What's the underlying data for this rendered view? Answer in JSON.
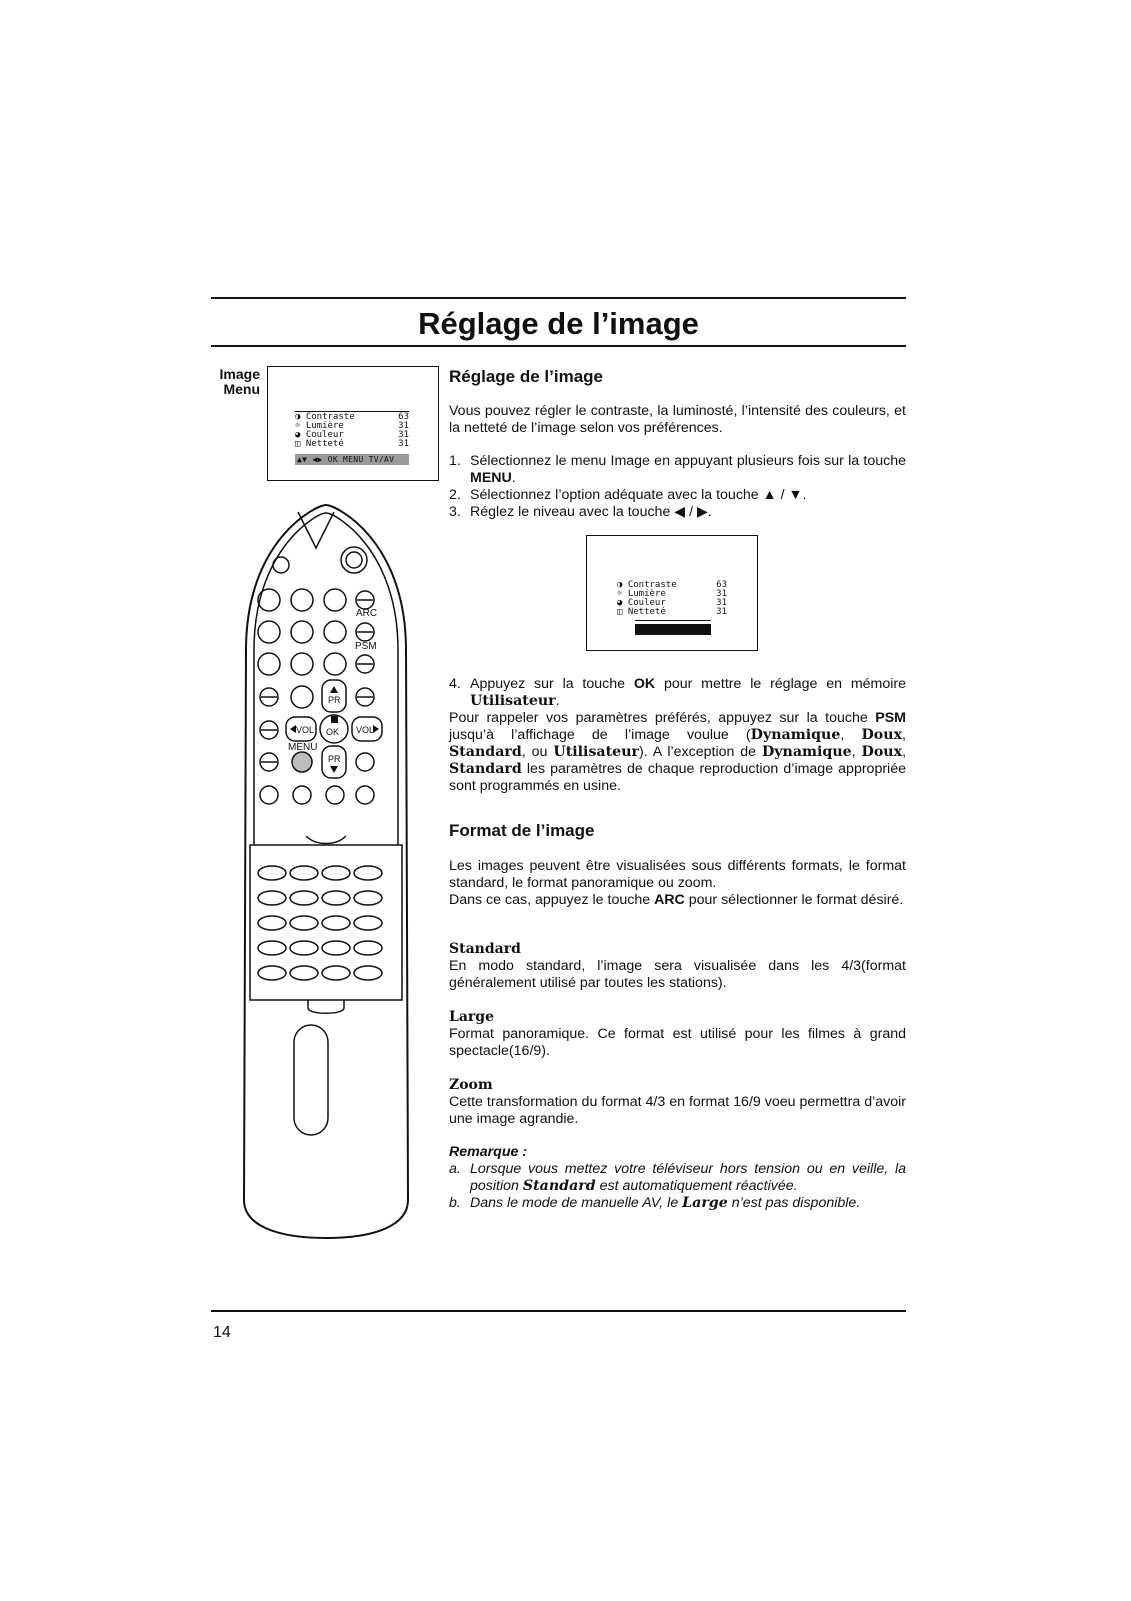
{
  "header": {
    "title": "Réglage de l’image"
  },
  "figure_label": {
    "line1": "Image",
    "line2": "Menu"
  },
  "osd_menu": {
    "items": [
      {
        "icon": "contrast-icon",
        "label": "Contraste",
        "value": "63"
      },
      {
        "icon": "brightness-icon",
        "label": "Lumière",
        "value": "31"
      },
      {
        "icon": "color-icon",
        "label": "Couleur",
        "value": "31"
      },
      {
        "icon": "sharpness-icon",
        "label": "Netteté",
        "value": "31"
      }
    ],
    "footer": "▲▼ ◀▶ OK MENU TV/AV"
  },
  "remote": {
    "arc_label": "ARC",
    "psm_label": "PSM",
    "pr_label": "PR",
    "vol_label": "VOL",
    "ok_label": "OK",
    "menu_label": "MENU"
  },
  "section1": {
    "heading": "Réglage de l’image",
    "intro": "Vous pouvez régler le contraste, la luminosté, l’intensité des couleurs, et la netteté de l’image selon vos préférences.",
    "steps": [
      {
        "num": "1.",
        "text": "Sélectionnez le menu Image en appuyant plusieurs fois sur la touche ",
        "bold": "MENU",
        "tail": "."
      },
      {
        "num": "2.",
        "text": "Sélectionnez l’option adéquate avec la touche ▲ / ▼."
      },
      {
        "num": "3.",
        "text": "Réglez le niveau avec la touche ◀ / ▶."
      }
    ],
    "step4": {
      "num": "4.",
      "a": "Appuyez sur la touche ",
      "ok": "OK",
      "b": " pour mettre le réglage en mémoire ",
      "user": "Utilisateur",
      "c": "."
    },
    "recall": {
      "a": "Pour rappeler vos paramètres préférés, appuyez sur la touche ",
      "psm": "PSM",
      "b": " jusqu’à l’affichage de l’image voulue (",
      "dyn": "Dynamique",
      "sep1": ", ",
      "doux": "Doux",
      "sep2": ", ",
      "std": "Standard",
      "sep3": ", ou ",
      "user": "Utilisateur",
      "c": "). A l’exception de ",
      "dyn2": "Dynamique",
      "sep4": ", ",
      "doux2": "Doux",
      "sep5": ", ",
      "std2": "Standard",
      "d": " les paramètres de chaque reproduction d’image appropriée sont programmés en usine."
    }
  },
  "section2": {
    "heading": "Format de l’image",
    "intro1": "Les images peuvent être visualisées sous différents formats, le format standard, le format panoramique ou zoom.",
    "intro2a": "Dans ce cas, appuyez le touche ",
    "arc": "ARC",
    "intro2b": " pour sélectionner le format désiré.",
    "standard_title": "Standard",
    "standard_text": "En modo standard, l’image sera visualisée dans les 4/3(format généralement utilisé par toutes les stations).",
    "large_title": "Large",
    "large_text": "Format panoramique. Ce format est utilisé pour les filmes à grand spectacle(16/9).",
    "zoom_title": "Zoom",
    "zoom_text": "Cette transformation du format 4/3 en format 16/9 voeu permettra d’avoir une image agrandie.",
    "remark_title": "Remarque :",
    "remarks": [
      {
        "num": "a.",
        "a": "Lorsque vous mettez votre téléviseur hors tension ou en veille, la position ",
        "bold": "Standard",
        "b": " est automatiquement réactivée."
      },
      {
        "num": "b.",
        "a": "Dans le mode de manuelle AV, le ",
        "bold": "Large",
        "b": " n’est pas disponible."
      }
    ]
  },
  "footer": {
    "page_number": "14"
  }
}
